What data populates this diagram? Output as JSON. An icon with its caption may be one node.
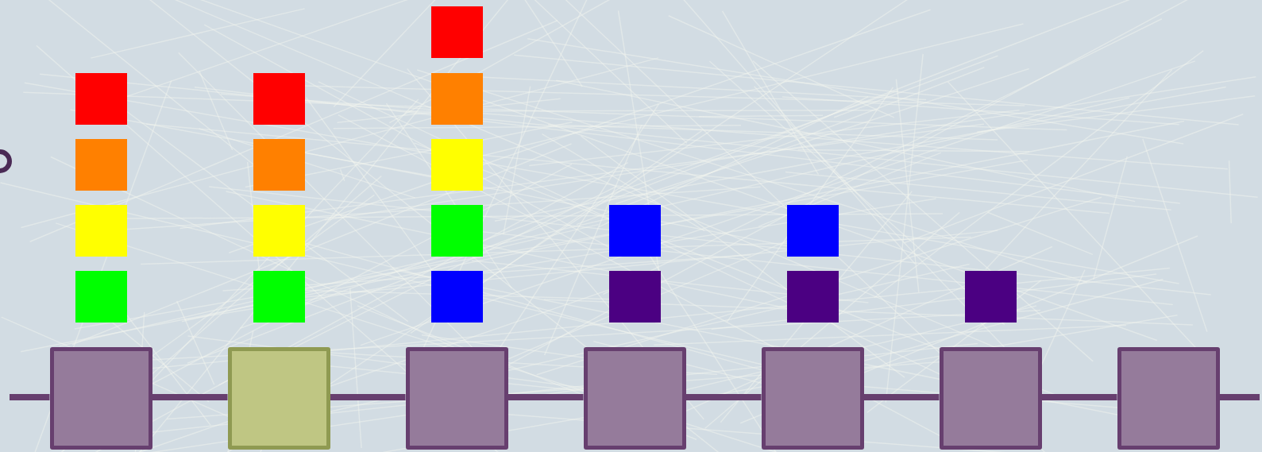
{
  "diagram": {
    "nodes": [
      {
        "text": [],
        "shape": "box"
      },
      {
        "text": [],
        "shape": "box"
      },
      {
        "text": [],
        "shape": "box"
      },
      {
        "text": [],
        "shape": "box"
      },
      {
        "text": [],
        "shape": "box"
      },
      {
        "text": [],
        "shape": "box"
      },
      {
        "text": [],
        "shape": "box"
      },
      {
        "text": [],
        "shape": "box"
      },
      {
        "text": [],
        "shape": "box"
      },
      {
        "text": [],
        "shape": "box"
      },
      {
        "text": [],
        "shape": "box"
      },
      {
        "text": [],
        "shape": "box"
      },
      {
        "text": [],
        "shape": "box"
      },
      {
        "text": [],
        "shape": "box"
      },
      {
        "text": [],
        "shape": "box"
      },
      {
        "text": [],
        "shape": "box"
      },
      {
        "text": [],
        "shape": "box"
      },
      {
        "text": [],
        "shape": "box"
      },
      {
        "text": [],
        "shape": "box"
      },
      {
        "text": [],
        "shape": "box"
      },
      {
        "text": [],
        "shape": "box"
      },
      {
        "text": [],
        "shape": "box"
      },
      {
        "text": [],
        "shape": "box"
      },
      {
        "text": [],
        "shape": "box"
      },
      {
        "text": [],
        "shape": "box"
      }
    ],
    "edges": [
      {
        "from": null,
        "to": 0,
        "arrow": "none"
      },
      {
        "from": 0,
        "to": 1,
        "arrow": "none"
      },
      {
        "from": 1,
        "to": 2,
        "arrow": "none"
      },
      {
        "from": 2,
        "to": 3,
        "arrow": "none"
      },
      {
        "from": 3,
        "to": 4,
        "arrow": "none"
      },
      {
        "from": 4,
        "to": 5,
        "arrow": "none"
      },
      {
        "from": 5,
        "to": 6,
        "arrow": "none"
      },
      {
        "from": 6,
        "to": null,
        "arrow": "none"
      }
    ]
  }
}
